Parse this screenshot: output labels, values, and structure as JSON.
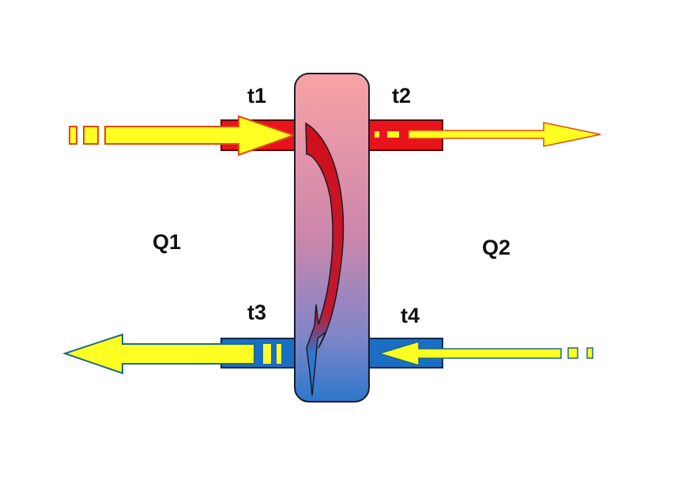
{
  "labels": {
    "t1": "t1",
    "t2": "t2",
    "t3": "t3",
    "t4": "t4",
    "q1": "Q1",
    "q2": "Q2"
  },
  "colors": {
    "hot": "#e8141c",
    "cold": "#1a6fc4",
    "arrow": "#ffff22",
    "tank_top": "#f7a0a4",
    "tank_bottom": "#2f78cc"
  }
}
